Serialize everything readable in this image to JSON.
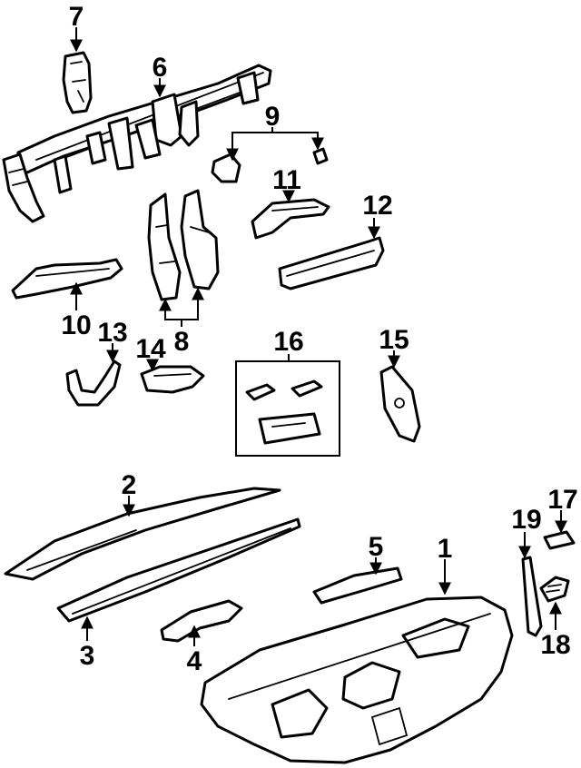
{
  "diagram": {
    "callouts": [
      {
        "id": "1",
        "label": "1"
      },
      {
        "id": "2",
        "label": "2"
      },
      {
        "id": "3",
        "label": "3"
      },
      {
        "id": "4",
        "label": "4"
      },
      {
        "id": "5",
        "label": "5"
      },
      {
        "id": "6",
        "label": "6"
      },
      {
        "id": "7",
        "label": "7"
      },
      {
        "id": "8",
        "label": "8"
      },
      {
        "id": "9",
        "label": "9"
      },
      {
        "id": "10",
        "label": "10"
      },
      {
        "id": "11",
        "label": "11"
      },
      {
        "id": "12",
        "label": "12"
      },
      {
        "id": "13",
        "label": "13"
      },
      {
        "id": "14",
        "label": "14"
      },
      {
        "id": "15",
        "label": "15"
      },
      {
        "id": "16",
        "label": "16"
      },
      {
        "id": "17",
        "label": "17"
      },
      {
        "id": "18",
        "label": "18"
      },
      {
        "id": "19",
        "label": "19"
      }
    ],
    "colors": {
      "line": "#000000",
      "background": "#ffffff"
    }
  }
}
